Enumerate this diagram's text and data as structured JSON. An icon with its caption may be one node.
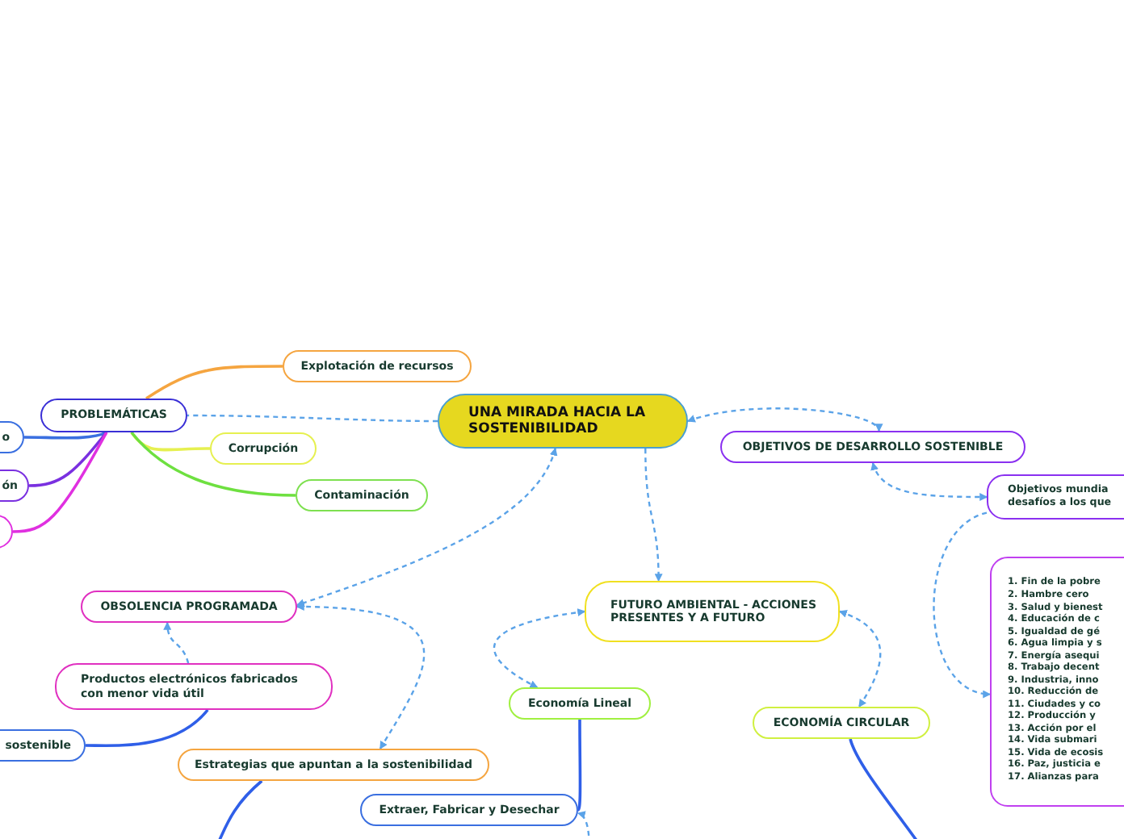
{
  "diagram": {
    "nodes": [
      {
        "text": [
          "UNA MIRADA HACIA LA SOSTENIBILIDAD"
        ]
      },
      {
        "text": [
          "PROBLEMÁTICAS"
        ]
      },
      {
        "text": [
          "Explotación de recursos"
        ]
      },
      {
        "text": [
          "Corrupción"
        ]
      },
      {
        "text": [
          "Contaminación"
        ]
      },
      {
        "text": [
          "o"
        ]
      },
      {
        "text": [
          "ón"
        ]
      },
      {
        "text": [],
        "shape": "box"
      },
      {
        "text": [
          "OBJETIVOS DE DESARROLLO SOSTENIBLE"
        ]
      },
      {
        "text": [
          "Objetivos mundia desafíos a los que"
        ]
      },
      {
        "text": [
          "1. Fin de la pobre",
          "2. Hambre cero",
          "3. Salud y bienest",
          "4. Educación de c",
          "5. Igualdad de gé",
          "6. Agua limpia y s",
          "7. Energía asequi",
          "8. Trabajo decent",
          "9. Industria, inno",
          "10. Reducción de",
          "11. Ciudades y co",
          "12. Producción y",
          "13. Acción por el",
          "14. Vida submari",
          "15. Vida de ecosis",
          "16. Paz, justicia e",
          "17. Alianzas para"
        ]
      },
      {
        "text": [
          "OBSOLENCIA PROGRAMADA"
        ]
      },
      {
        "text": [
          "FUTURO AMBIENTAL - ACCIONES PRESENTES Y A FUTURO"
        ]
      },
      {
        "text": [
          "Productos electrónicos fabricados con menor vida útil"
        ]
      },
      {
        "text": [
          "Economía Lineal"
        ]
      },
      {
        "text": [
          "ECONOMÍA CIRCULAR"
        ]
      },
      {
        "text": [
          "sostenible"
        ]
      },
      {
        "text": [
          "Estrategias que apuntan a la sostenibilidad"
        ]
      },
      {
        "text": [
          "Extraer, Fabricar y Desechar"
        ]
      }
    ],
    "edges": [
      {
        "from": 0,
        "to": 1,
        "arrow": "none",
        "style": "dashed",
        "color": "#5ba3e8"
      },
      {
        "from": 0,
        "to": 11,
        "arrow": "both",
        "style": "dashed",
        "color": "#5ba3e8"
      },
      {
        "from": 0,
        "to": 8,
        "arrow": "both",
        "style": "dashed",
        "color": "#5ba3e8"
      },
      {
        "from": 0,
        "to": 12,
        "arrow": "to",
        "style": "dashed",
        "color": "#5ba3e8"
      },
      {
        "from": 8,
        "to": 9,
        "arrow": "both",
        "style": "dashed",
        "color": "#5ba3e8"
      },
      {
        "from": 9,
        "to": 10,
        "arrow": "to",
        "style": "dashed",
        "color": "#5ba3e8"
      },
      {
        "from": 12,
        "to": 14,
        "arrow": "both",
        "style": "dashed",
        "color": "#5ba3e8"
      },
      {
        "from": 12,
        "to": 15,
        "arrow": "both",
        "style": "dashed",
        "color": "#5ba3e8"
      },
      {
        "from": 11,
        "to": 17,
        "arrow": "both",
        "style": "dashed",
        "color": "#5ba3e8"
      },
      {
        "from": 13,
        "to": 11,
        "arrow": "to",
        "style": "dashed",
        "color": "#5ba3e8"
      },
      {
        "from": 1,
        "to": 2,
        "arrow": "none",
        "color": "#f5a540"
      },
      {
        "from": 1,
        "to": 3,
        "arrow": "none",
        "color": "#e6f050"
      },
      {
        "from": 1,
        "to": 4,
        "arrow": "none",
        "color": "#6ee040"
      },
      {
        "from": 1,
        "to": 5,
        "arrow": "none",
        "color": "#3a6fe0"
      },
      {
        "from": 1,
        "to": 6,
        "arrow": "none",
        "color": "#7a30e0"
      },
      {
        "from": 1,
        "to": 7,
        "arrow": "none",
        "color": "#e030e0"
      },
      {
        "from": 13,
        "to": 16,
        "arrow": "none",
        "color": "#2f5fe8"
      },
      {
        "from": 17,
        "to": null,
        "arrow": "none",
        "color": "#2f5fe8"
      },
      {
        "from": 14,
        "to": 18,
        "arrow": "none",
        "color": "#2f5fe8"
      },
      {
        "from": null,
        "to": 18,
        "arrow": "to",
        "style": "dashed",
        "color": "#5ba3e8"
      },
      {
        "from": 15,
        "to": null,
        "arrow": "none",
        "color": "#2f5fe8"
      }
    ]
  }
}
